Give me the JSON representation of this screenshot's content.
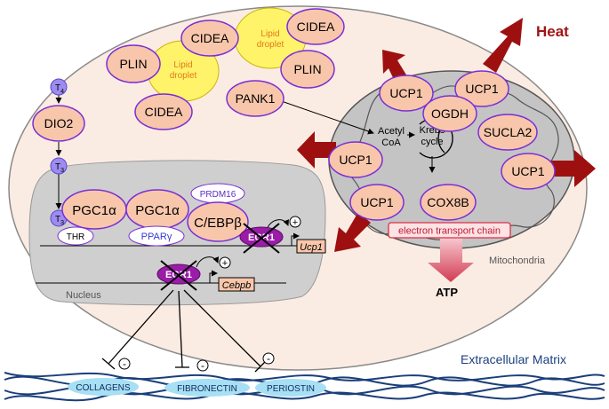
{
  "colors": {
    "cell_fill": "#fbece3",
    "nucleus_fill": "#cfcfcf",
    "mito_fill": "#c4c4c4",
    "protein_fill": "#f8c6aa",
    "protein_stroke": "#7a2fd6",
    "lipid_fill": "#fff36a",
    "lipid_text": "#e07a1a",
    "heat_arrow": "#9e1010",
    "heat_text": "#a01414",
    "egr1_fill": "#9b1ca8",
    "ecm_fiber": "#1a3e7a",
    "ecm_label": "#1b3f7f",
    "ecm_blob": "#a7dff5",
    "thyroid": "#9d8cf0"
  },
  "labels": {
    "heat": "Heat",
    "atp": "ATP",
    "mitochondria": "Mitochondria",
    "nucleus": "Nucleus",
    "ecm": "Extracellular Matrix",
    "electron_transport_chain": "electron transport chain",
    "krebs_cycle_line1": "Krebs",
    "krebs_cycle_line2": "cycle",
    "acetyl_line1": "Acetyl",
    "acetyl_line2": "CoA",
    "lipid_droplet_line1": "Lipid",
    "lipid_droplet_line2": "droplet",
    "t4": "T",
    "t4_sub": "4",
    "t3": "T",
    "t3_sub": "3",
    "plus": "+",
    "minus": "-"
  },
  "proteins": {
    "cidea": "CIDEA",
    "plin": "PLIN",
    "pank1": "PANK1",
    "dio2": "DIO2",
    "pgc1a": "PGC1",
    "alpha": "α",
    "cebpb": "C/EBP",
    "beta": "β",
    "prdm16": "PRDM16",
    "thr": "THR",
    "ppar": "PPAR",
    "gamma": "γ",
    "egr1": "EGR1",
    "ucp1": "UCP1",
    "ogdh": "OGDH",
    "sucla2": "SUCLA2",
    "cox8b": "COX8B"
  },
  "genes": {
    "ucp1": "Ucp1",
    "cebpb": "Cebpb"
  },
  "ecm_proteins": [
    "COLLAGENS",
    "FIBRONECTIN",
    "PERIOSTIN"
  ]
}
